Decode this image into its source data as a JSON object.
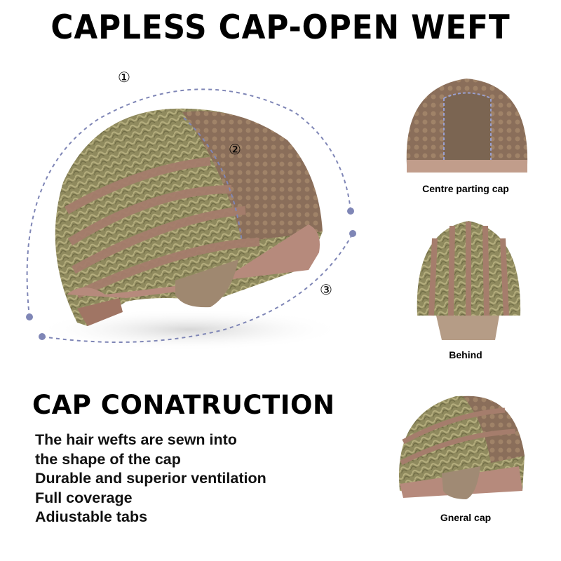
{
  "title": "CAPLESS CAP-OPEN WEFT",
  "diagram": {
    "markers": [
      "①",
      "②",
      "③"
    ],
    "dash_color": "#7f86b6"
  },
  "construction": {
    "heading": "CAP CONATRUCTION",
    "features": [
      "The hair wefts are sewn into",
      "the shape of the cap",
      "Durable and superior ventilation",
      "Full coverage",
      "Adiustable tabs"
    ]
  },
  "views": [
    {
      "label": "Centre parting cap"
    },
    {
      "label": "Behind"
    },
    {
      "label": "Gneral cap"
    }
  ],
  "colors": {
    "hair": "#8f8a5e",
    "lace": "#a57d6c",
    "band": "#b68a7c"
  }
}
